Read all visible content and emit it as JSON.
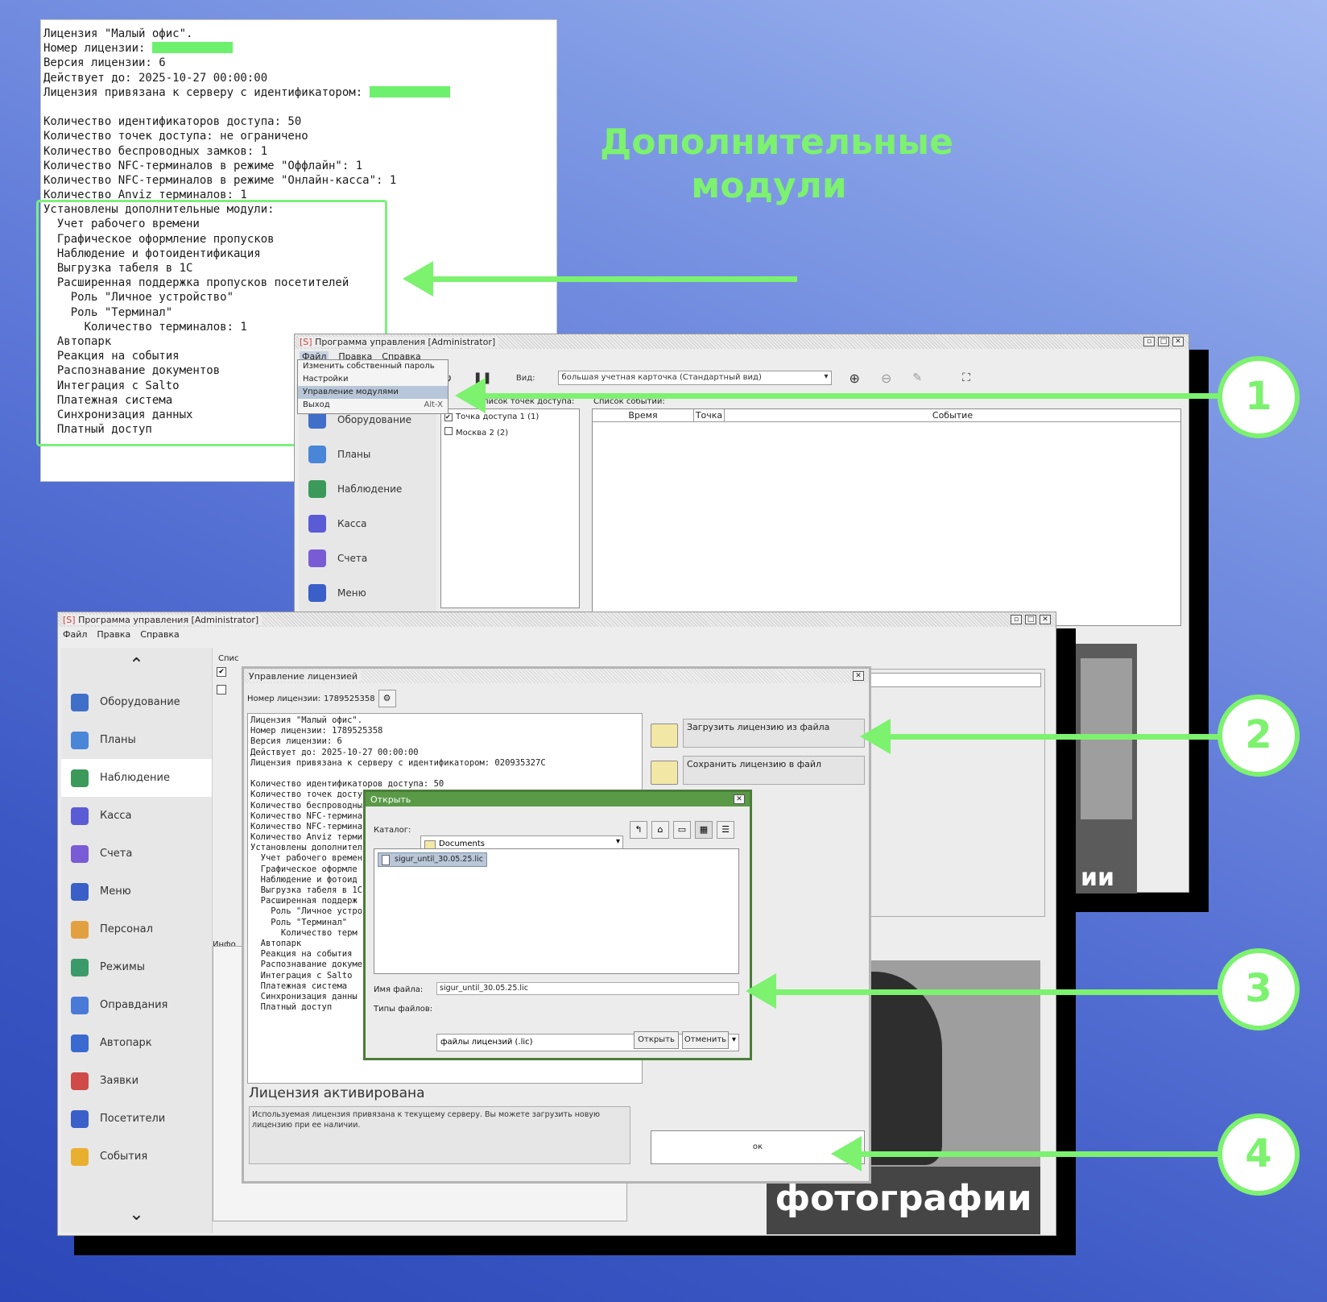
{
  "license_panel": {
    "lines": [
      "Лицензия \"Малый офис\".",
      "Номер лицензии: ",
      "Версия лицензии: 6",
      "Действует до: 2025-10-27 00:00:00",
      "Лицензия привязана к серверу с идентификатором: ",
      "",
      "Количество идентификаторов доступа: 50",
      "Количество точек доступа: не ограничено",
      "Количество беспроводных замков: 1",
      "Количество NFC-терминалов в режиме \"Оффлайн\": 1",
      "Количество NFC-терминалов в режиме \"Онлайн-касса\": 1",
      "Количество Anviz терминалов: 1",
      "Установлены дополнительные модули:",
      "  Учет рабочего времени",
      "  Графическое оформление пропусков",
      "  Наблюдение и фотоидентификация",
      "  Выгрузка табеля в 1С",
      "  Расширенная поддержка пропусков посетителей",
      "    Роль \"Личное устройство\"",
      "    Роль \"Терминал\"",
      "      Количество терминалов: 1",
      "  Автопарк",
      "  Реакция на события",
      "  Распознавание документов",
      "  Интеграция с Salto",
      "  Платежная система",
      "  Синхронизация данных",
      "  Платный доступ"
    ]
  },
  "title": "Дополнительные модули",
  "callouts": [
    "1",
    "2",
    "3",
    "4"
  ],
  "accent_color": "#7cf26f",
  "window_back": {
    "title_prefix": "[S]",
    "title": "Программа управления [Administrator]",
    "menu": [
      "Файл",
      "Правка",
      "Справка"
    ],
    "file_menu": [
      {
        "label": "Изменить собственный пароль",
        "shortcut": ""
      },
      {
        "label": "Настройки",
        "shortcut": ""
      },
      {
        "label": "Управление модулями",
        "shortcut": ""
      },
      {
        "label": "Выход",
        "shortcut": "Alt-X"
      }
    ],
    "view_label": "Вид:",
    "view_value": "большая учетная карточка (Стандартный вид)",
    "sidebar": [
      "Оборудование",
      "Планы",
      "Наблюдение",
      "Касса",
      "Счета",
      "Меню"
    ],
    "tree_label": "Список точек доступа:",
    "tree_items": [
      "Точка доступа 1 (1)",
      "Москва 2 (2)"
    ],
    "events_label": "Список событий:",
    "events_columns": [
      "Время",
      "Точка",
      "Событие"
    ],
    "photo_text": "ии"
  },
  "window_front": {
    "title_prefix": "[S]",
    "title": "Программа управления [Administrator]",
    "menu": [
      "Файл",
      "Правка",
      "Справка"
    ],
    "sidebar": [
      "Оборудование",
      "Планы",
      "Наблюдение",
      "Касса",
      "Счета",
      "Меню",
      "Персонал",
      "Режимы",
      "Оправдания",
      "Автопарк",
      "Заявки",
      "Посетители",
      "События"
    ],
    "list_label": "Спис",
    "info_label": "Инфо",
    "photo_text": "фотографии"
  },
  "license_dialog": {
    "title": "Управление лицензией",
    "number_label": "Номер лицензии:",
    "number_value": "1789525358",
    "lines": [
      "Лицензия \"Малый офис\".",
      "Номер лицензии: 1789525358",
      "Версия лицензии: 6",
      "Действует до: 2025-10-27 00:00:00",
      "Лицензия привязана к серверу с идентификатором: 020935327C",
      "",
      "Количество идентификаторов доступа: 50",
      "Количество точек доступа",
      "Количество беспроводны",
      "Количество NFC-термина",
      "Количество NFC-термина",
      "Количество Anviz термин",
      "Установлены дополнител",
      "  Учет рабочего времени",
      "  Графическое оформле",
      "  Наблюдение и фотоид",
      "  Выгрузка табеля в 1С",
      "  Расширенная поддерж",
      "    Роль \"Личное устро",
      "    Роль \"Терминал\"",
      "      Количество терм",
      "  Автопарк",
      "  Реакция на события",
      "  Распознавание докуме",
      "  Интеграция с Salto",
      "  Платежная система",
      "  Синхронизация данны",
      "  Платный доступ"
    ],
    "load_button": "Загрузить лицензию из файла",
    "save_button": "Сохранить лицензию в файл",
    "status_title": "Лицензия активирована",
    "status_text": "Используемая лицензия привязана к текущему серверу. Вы можете загрузить новую лицензию при ее наличии.",
    "ok_button": "ок"
  },
  "open_dialog": {
    "title": "Открыть",
    "catalog_label": "Каталог:",
    "catalog_value": "Documents",
    "file_item": "sigur_until_30.05.25.lic",
    "filename_label": "Имя файла:",
    "filename_value": "sigur_until_30.05.25.lic",
    "types_label": "Типы файлов:",
    "types_value": "файлы лицензий (.lic)",
    "open_button": "Открыть",
    "cancel_button": "Отменить"
  }
}
